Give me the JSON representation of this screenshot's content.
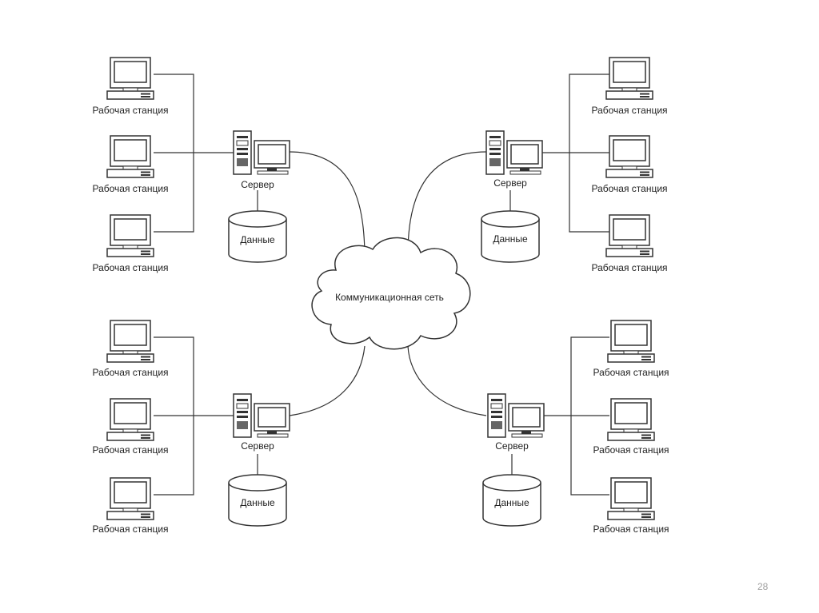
{
  "diagram": {
    "network_label": "Коммуникационная сеть",
    "workstation_label": "Рабочая станция",
    "server_label": "Сервер",
    "data_label": "Данные",
    "workstation_icon": "desktop-computer-icon",
    "server_icon": "server-tower-icon",
    "storage_icon": "database-cylinder-icon",
    "network_icon": "cloud-icon",
    "line_color": "#333333"
  },
  "page_number": "28"
}
